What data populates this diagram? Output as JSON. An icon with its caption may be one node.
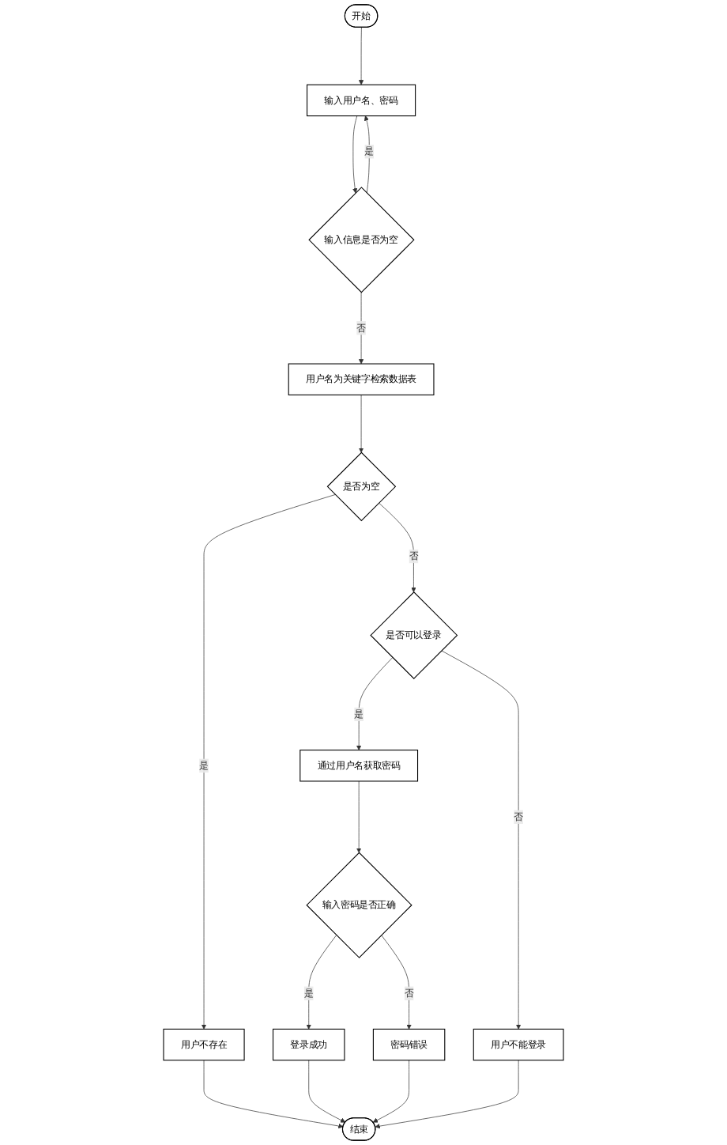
{
  "diagram": {
    "nodes": [
      {
        "text": [
          "开始"
        ]
      },
      {
        "text": [
          "输入用户名、密码"
        ]
      },
      {
        "text": [
          "输入信息是否为空"
        ]
      },
      {
        "text": [
          "用户名为关键字检索数据表"
        ]
      },
      {
        "text": [
          "是否为空"
        ]
      },
      {
        "text": [
          "是否可以登录"
        ]
      },
      {
        "text": [
          "用户不存在"
        ]
      },
      {
        "text": [
          "通过用户名获取密码"
        ]
      },
      {
        "text": [
          "用户不能登录"
        ]
      },
      {
        "text": [
          "输入密码是否正确"
        ]
      },
      {
        "text": [
          "登录成功"
        ]
      },
      {
        "text": [
          "密码错误"
        ]
      },
      {
        "text": [
          "结束"
        ]
      }
    ],
    "edges": [
      {
        "from": 0,
        "to": 1,
        "arrow": "to"
      },
      {
        "from": 1,
        "to": 2,
        "arrow": "to"
      },
      {
        "from": 2,
        "to": 1,
        "arrow": "to",
        "label": "是"
      },
      {
        "from": 2,
        "to": 3,
        "arrow": "to",
        "label": "否"
      },
      {
        "from": 3,
        "to": 4,
        "arrow": "to"
      },
      {
        "from": 4,
        "to": 6,
        "arrow": "to",
        "label": "是"
      },
      {
        "from": 4,
        "to": 5,
        "arrow": "to",
        "label": "否"
      },
      {
        "from": 5,
        "to": 7,
        "arrow": "to",
        "label": "是"
      },
      {
        "from": 5,
        "to": 8,
        "arrow": "to",
        "label": "否"
      },
      {
        "from": 7,
        "to": 9,
        "arrow": "to"
      },
      {
        "from": 9,
        "to": 10,
        "arrow": "to",
        "label": "是"
      },
      {
        "from": 9,
        "to": 11,
        "arrow": "to",
        "label": "否"
      },
      {
        "from": 6,
        "to": 12,
        "arrow": "to"
      },
      {
        "from": 10,
        "to": 12,
        "arrow": "to"
      },
      {
        "from": 11,
        "to": 12,
        "arrow": "to"
      },
      {
        "from": 8,
        "to": 12,
        "arrow": "to"
      }
    ]
  }
}
